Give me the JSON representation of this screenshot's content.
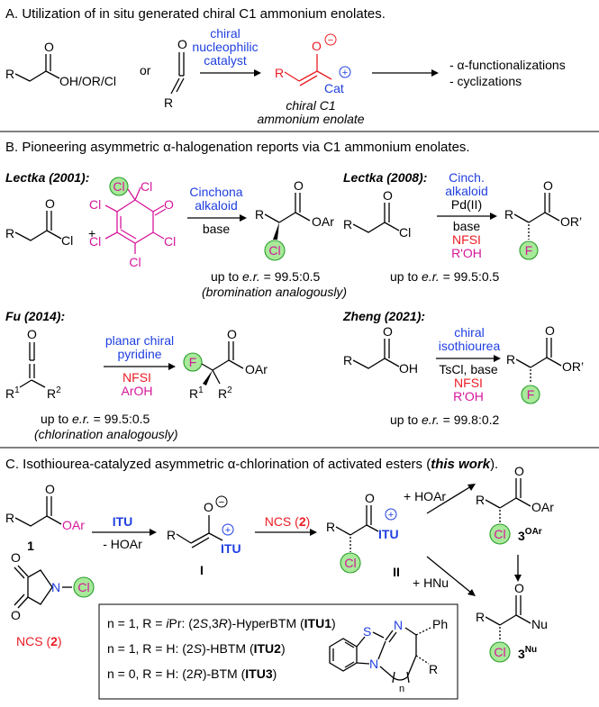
{
  "panel_a": {
    "title": "A. Utilization of in situ generated chiral C1 ammonium enolates.",
    "left_sub": "OH/OR/Cl",
    "or": "or",
    "catalyst": [
      "chiral",
      "nucleophilic",
      "catalyst"
    ],
    "enolate_label": [
      "chiral C1",
      "ammonium enolate"
    ],
    "cat": "Cat",
    "outcomes": [
      "- α-functionalizations",
      "- cyclizations"
    ]
  },
  "panel_b": {
    "title": "B. Pioneering asymmetric α-halogenation reports via C1 ammonium enolates.",
    "lectka2001": {
      "ref": "Lectka (2001):",
      "reagent": [
        "Cinchona",
        "alkaloid"
      ],
      "cond": "base",
      "er_prefix": "up to ",
      "er": "e.r.",
      "er_val": " = 99.5:0.5",
      "note": "(bromination analogously)"
    },
    "lectka2008": {
      "ref": "Lectka (2008):",
      "reagent": [
        "Cinch.",
        "alkaloid"
      ],
      "cond": [
        "Pd(II)",
        "base"
      ],
      "red": [
        "NFSI",
        "R'OH"
      ],
      "er_prefix": "up to ",
      "er": "e.r.",
      "er_val": " = 99.5:0.5"
    },
    "fu2014": {
      "ref": "Fu (2014):",
      "reagent": [
        "planar chiral",
        "pyridine"
      ],
      "red": [
        "NFSI",
        "ArOH"
      ],
      "er_prefix": "up to ",
      "er": "e.r.",
      "er_val": " = 99.5:0.5",
      "note": "(chlorination analogously)"
    },
    "zheng2021": {
      "ref": "Zheng (2021):",
      "reagent": [
        "chiral",
        "isothiourea"
      ],
      "cond": "TsCl, base",
      "red": [
        "NFSI",
        "R'OH"
      ],
      "er_prefix": "up to ",
      "er": "e.r.",
      "er_val": " = 99.8:0.2"
    }
  },
  "panel_c": {
    "title_prefix": "C. Isothiourea-catalyzed asymmetric α-chlorination of activated esters (",
    "title_em": "this work",
    "title_suffix": ").",
    "cmpd1": "1",
    "itu": "ITU",
    "hoar_loss": "- HOAr",
    "ncs": "NCS (2)",
    "I": "I",
    "II": "II",
    "plus_hoar": "+ HOAr",
    "plus_hnu": "+ HNu",
    "legend": [
      {
        "pre": "n = 1, R = ",
        "em": "i",
        "mid": "Pr: (2",
        "s1": "S",
        "c": ",3",
        "s2": "R",
        "post": ")-HyperBTM (",
        "code": "ITU1",
        "end": ")"
      },
      {
        "pre": "n = 1, R = H: (2",
        "s1": "S",
        "post": ")-HBTM (",
        "code": "ITU2",
        "end": ")"
      },
      {
        "pre": "n = 0, R = H: (2",
        "s1": "R",
        "post": ")-BTM (",
        "code": "ITU3",
        "end": ")"
      }
    ]
  },
  "atoms": {
    "O": "O",
    "R": "R",
    "Cl": "Cl",
    "F": "F",
    "OAr": "OAr",
    "OR'": "OR’",
    "OH": "OH",
    "Nu": "Nu",
    "N": "N",
    "S": "S",
    "Ph": "Ph",
    "R1": "R",
    "R2": "R",
    "n": "n",
    "minus": "−",
    "plus": "+"
  }
}
